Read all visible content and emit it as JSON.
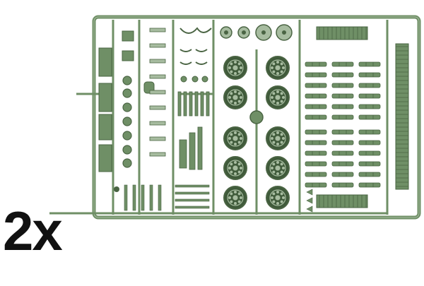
{
  "quantity_label": "2x",
  "colors": {
    "plastic": "#6f8f66",
    "plastic_dark": "#4a6443",
    "plastic_light": "#a7bca0",
    "background": "#ffffff",
    "text": "#111111"
  },
  "sprue": {
    "description_icon": "model-kit-sprue",
    "sections": [
      "left-parts-column",
      "center-road-wheels",
      "right-track-links",
      "track-strip"
    ]
  }
}
